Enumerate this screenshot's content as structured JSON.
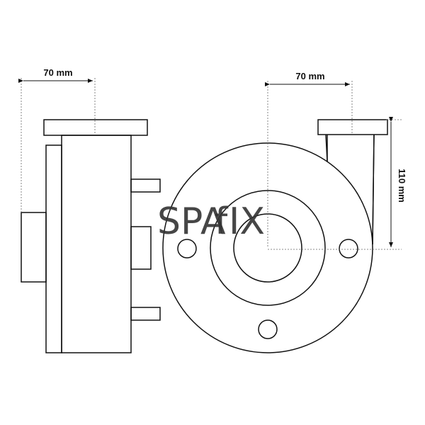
{
  "dimensions": {
    "side_width": "70 mm",
    "front_width": "70 mm",
    "front_height": "110 mm"
  },
  "watermark": {
    "text": "SPAfIX"
  },
  "colors": {
    "line": "#111111",
    "dashed": "#444444",
    "watermark": "#333333"
  }
}
